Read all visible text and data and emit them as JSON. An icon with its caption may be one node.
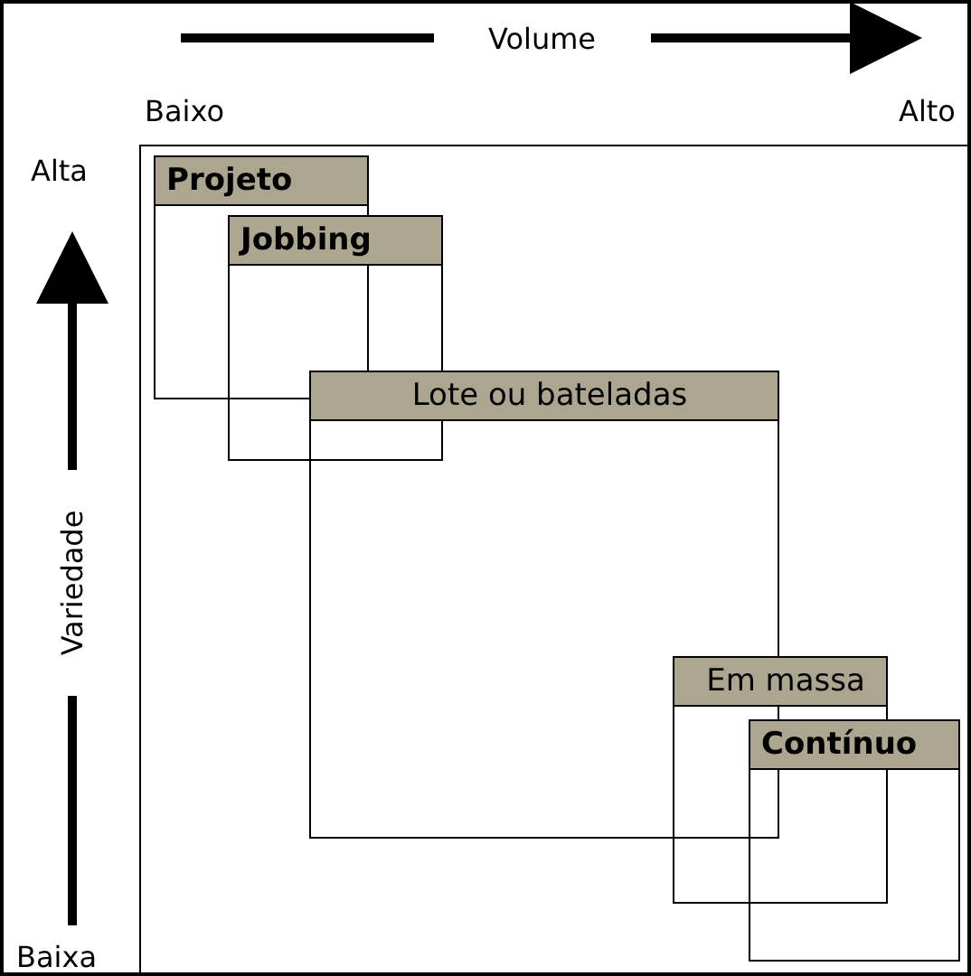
{
  "diagram": {
    "nodes": [
      {
        "text": [
          "Projeto"
        ]
      },
      {
        "text": [
          "Jobbing"
        ]
      },
      {
        "text": [
          "Lote ou bateladas"
        ]
      },
      {
        "text": [
          "Em massa"
        ]
      },
      {
        "text": [
          "Contínuo"
        ]
      }
    ],
    "edges": [],
    "labels": [
      "Volume",
      "Baixo",
      "Alto",
      "Alta",
      "Variedade",
      "Baixa"
    ]
  }
}
